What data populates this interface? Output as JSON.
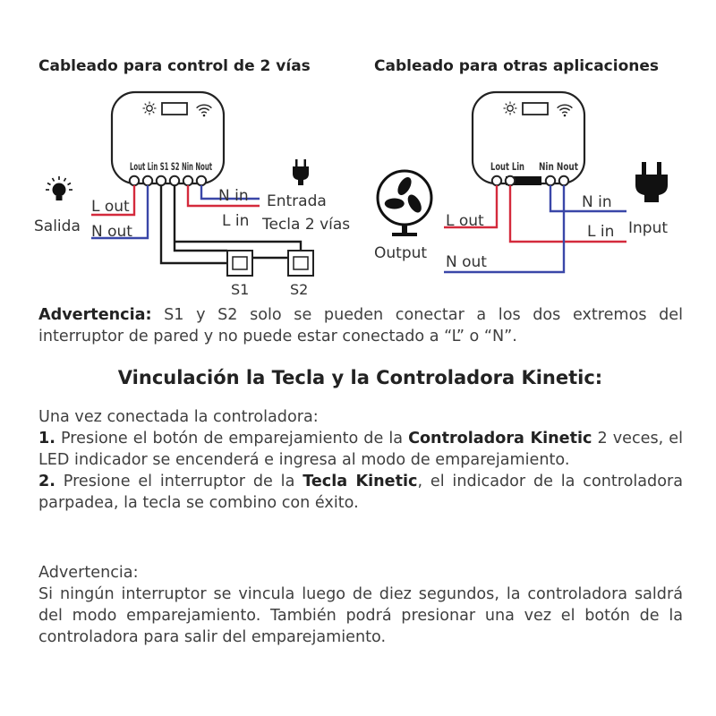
{
  "diagram_left": {
    "title": "Cableado para control de 2 vías",
    "terminals": "Lout Lin S1 S2 Nin Nout",
    "labels": {
      "n_in": "N in",
      "l_in": "L in",
      "l_out": "L out",
      "n_out": "N out",
      "salida": "Salida",
      "entrada": "Entrada",
      "tecla": "Tecla 2 vías",
      "s1": "S1",
      "s2": "S2"
    }
  },
  "diagram_right": {
    "title": "Cableado para otras aplicaciones",
    "terminals_left": "Lout Lin",
    "terminals_right": "Nin Nout",
    "labels": {
      "n_in": "N in",
      "l_out": "L out",
      "l_in": "L in",
      "n_out": "N out",
      "output": "Output",
      "input": "Input"
    }
  },
  "warning1": {
    "label": "Advertencia:",
    "text": " S1 y S2 solo se pueden conectar a los dos extremos del interruptor de pared y no puede estar conectado a “L” o “N”."
  },
  "heading": "Vinculación la Tecla y la Controladora Kinetic:",
  "steps": {
    "intro": "Una vez conectada la controladora:",
    "s1_num": "1.",
    "s1_a": " Presione el botón de emparejamiento de la ",
    "s1_bold": "Controladora Kinetic",
    "s1_b": " 2 veces, el LED indicador se encenderá e ingresa al modo de emparejamiento.",
    "s2_num": "2.",
    "s2_a": " Presione el interruptor de la ",
    "s2_bold": "Tecla Kinetic",
    "s2_b": ", el indicador de la controladora parpadea, la tecla se combino con éxito."
  },
  "warning2": {
    "label": "Advertencia:",
    "text": "Si ningún interruptor se vincula  luego de diez segundos, la controladora saldrá del modo emparejamiento. También podrá presionar una vez el botón de la controladora para salir del emparejamiento."
  },
  "colors": {
    "red": "#d42a3c",
    "blue": "#3a47a8",
    "black": "#1a1a1a"
  },
  "icons": [
    "light-bulb-icon",
    "plug-icon",
    "fan-icon",
    "wifi-icon",
    "led-icon"
  ]
}
